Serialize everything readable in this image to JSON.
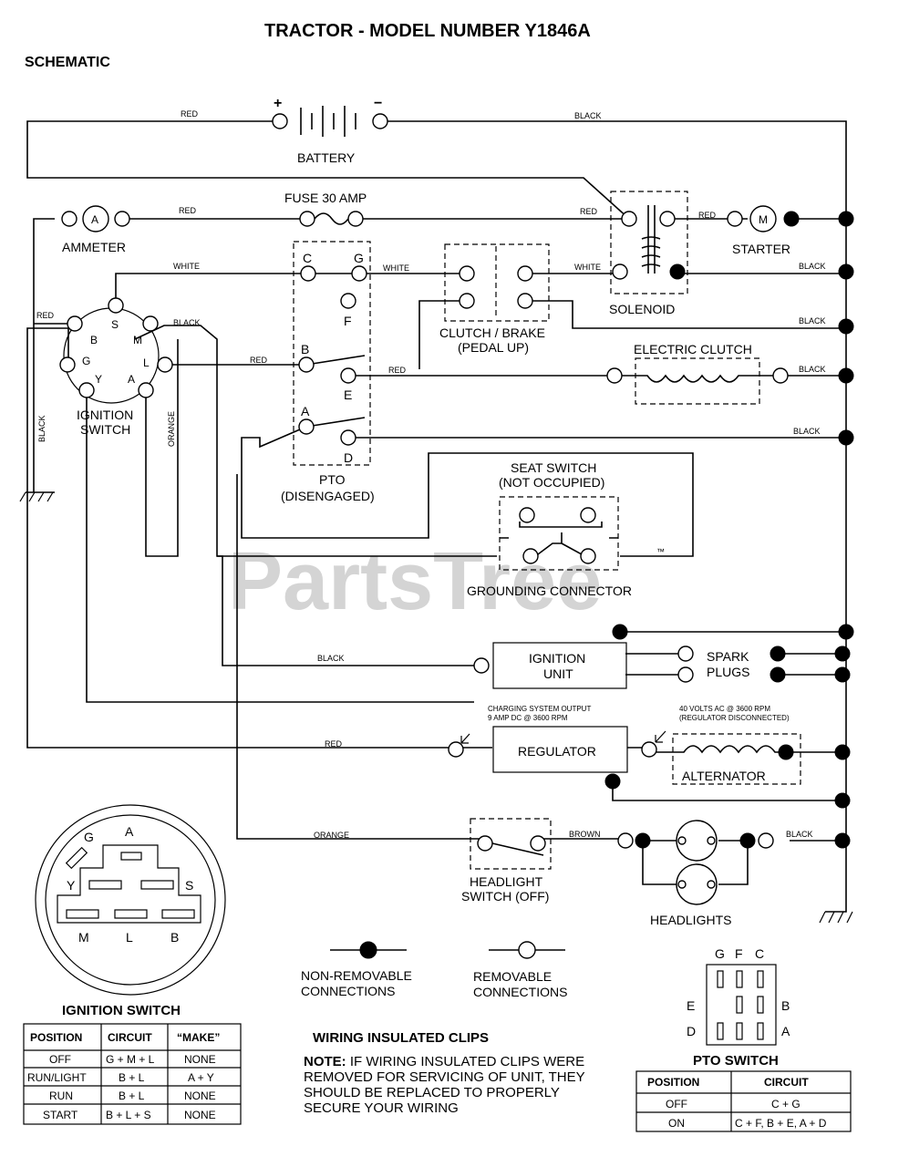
{
  "title": "TRACTOR - MODEL NUMBER Y1846A",
  "subtitle": "SCHEMATIC",
  "watermark": "PartsTree",
  "trademark": "™",
  "components": {
    "battery": "BATTERY",
    "battery_pos": "+",
    "battery_neg": "−",
    "fuse": "FUSE 30 AMP",
    "ammeter": "AMMETER",
    "ammeter_symbol": "A",
    "starter": "STARTER",
    "starter_symbol": "M",
    "solenoid": "SOLENOID",
    "clutch_brake": "CLUTCH / BRAKE",
    "clutch_brake_state": "(PEDAL UP)",
    "electric_clutch": "ELECTRIC CLUTCH",
    "ignition_switch": [
      "IGNITION",
      "SWITCH"
    ],
    "pto": "PTO",
    "pto_state": "(DISENGAGED)",
    "seat_switch": "SEAT SWITCH",
    "seat_switch_state": "(NOT OCCUPIED)",
    "grounding_connector": "GROUNDING CONNECTOR",
    "ignition_unit": [
      "IGNITION",
      "UNIT"
    ],
    "spark_plugs": [
      "SPARK",
      "PLUGS"
    ],
    "regulator": "REGULATOR",
    "alternator": "ALTERNATOR",
    "charging_note": [
      "CHARGING SYSTEM OUTPUT",
      "9 AMP DC @ 3600 RPM"
    ],
    "alternator_note": [
      "40 VOLTS AC @ 3600 RPM",
      "(REGULATOR DISCONNECTED)"
    ],
    "headlight_switch": [
      "HEADLIGHT",
      "SWITCH (OFF)"
    ],
    "headlights": "HEADLIGHTS"
  },
  "wire_colors": {
    "red": "RED",
    "black": "BLACK",
    "white": "WHITE",
    "orange": "ORANGE",
    "brown": "BROWN"
  },
  "terminals": {
    "ignition": [
      "S",
      "M",
      "L",
      "A",
      "Y",
      "G",
      "B"
    ],
    "pto": [
      "C",
      "G",
      "F",
      "B",
      "E",
      "A",
      "D"
    ]
  },
  "legend": {
    "non_removable": [
      "NON-REMOVABLE",
      "CONNECTIONS"
    ],
    "removable": [
      "REMOVABLE",
      "CONNECTIONS"
    ]
  },
  "ignition_switch_table": {
    "title": "IGNITION SWITCH",
    "headers": [
      "POSITION",
      "CIRCUIT",
      "“MAKE”"
    ],
    "rows": [
      [
        "OFF",
        "G + M + L",
        "NONE"
      ],
      [
        "RUN/LIGHT",
        "B + L",
        "A + Y"
      ],
      [
        "RUN",
        "B + L",
        "NONE"
      ],
      [
        "START",
        "B + L + S",
        "NONE"
      ]
    ]
  },
  "pto_switch_table": {
    "title": "PTO SWITCH",
    "headers": [
      "POSITION",
      "CIRCUIT"
    ],
    "rows": [
      [
        "OFF",
        "C + G"
      ],
      [
        "ON",
        "C + F, B + E, A + D"
      ]
    ]
  },
  "pto_diagram_letters": {
    "top": [
      "G",
      "F",
      "C"
    ],
    "left": [
      "E",
      "D"
    ],
    "right": [
      "B",
      "A"
    ]
  },
  "ignition_diagram_letters": [
    "G",
    "A",
    "Y",
    "S",
    "M",
    "L",
    "B"
  ],
  "clips_note": {
    "title": "WIRING INSULATED CLIPS",
    "note_label": "NOTE:",
    "note_text": "IF WIRING INSULATED CLIPS WERE REMOVED FOR SERVICING OF UNIT, THEY SHOULD BE REPLACED TO PROPERLY SECURE YOUR WIRING"
  }
}
